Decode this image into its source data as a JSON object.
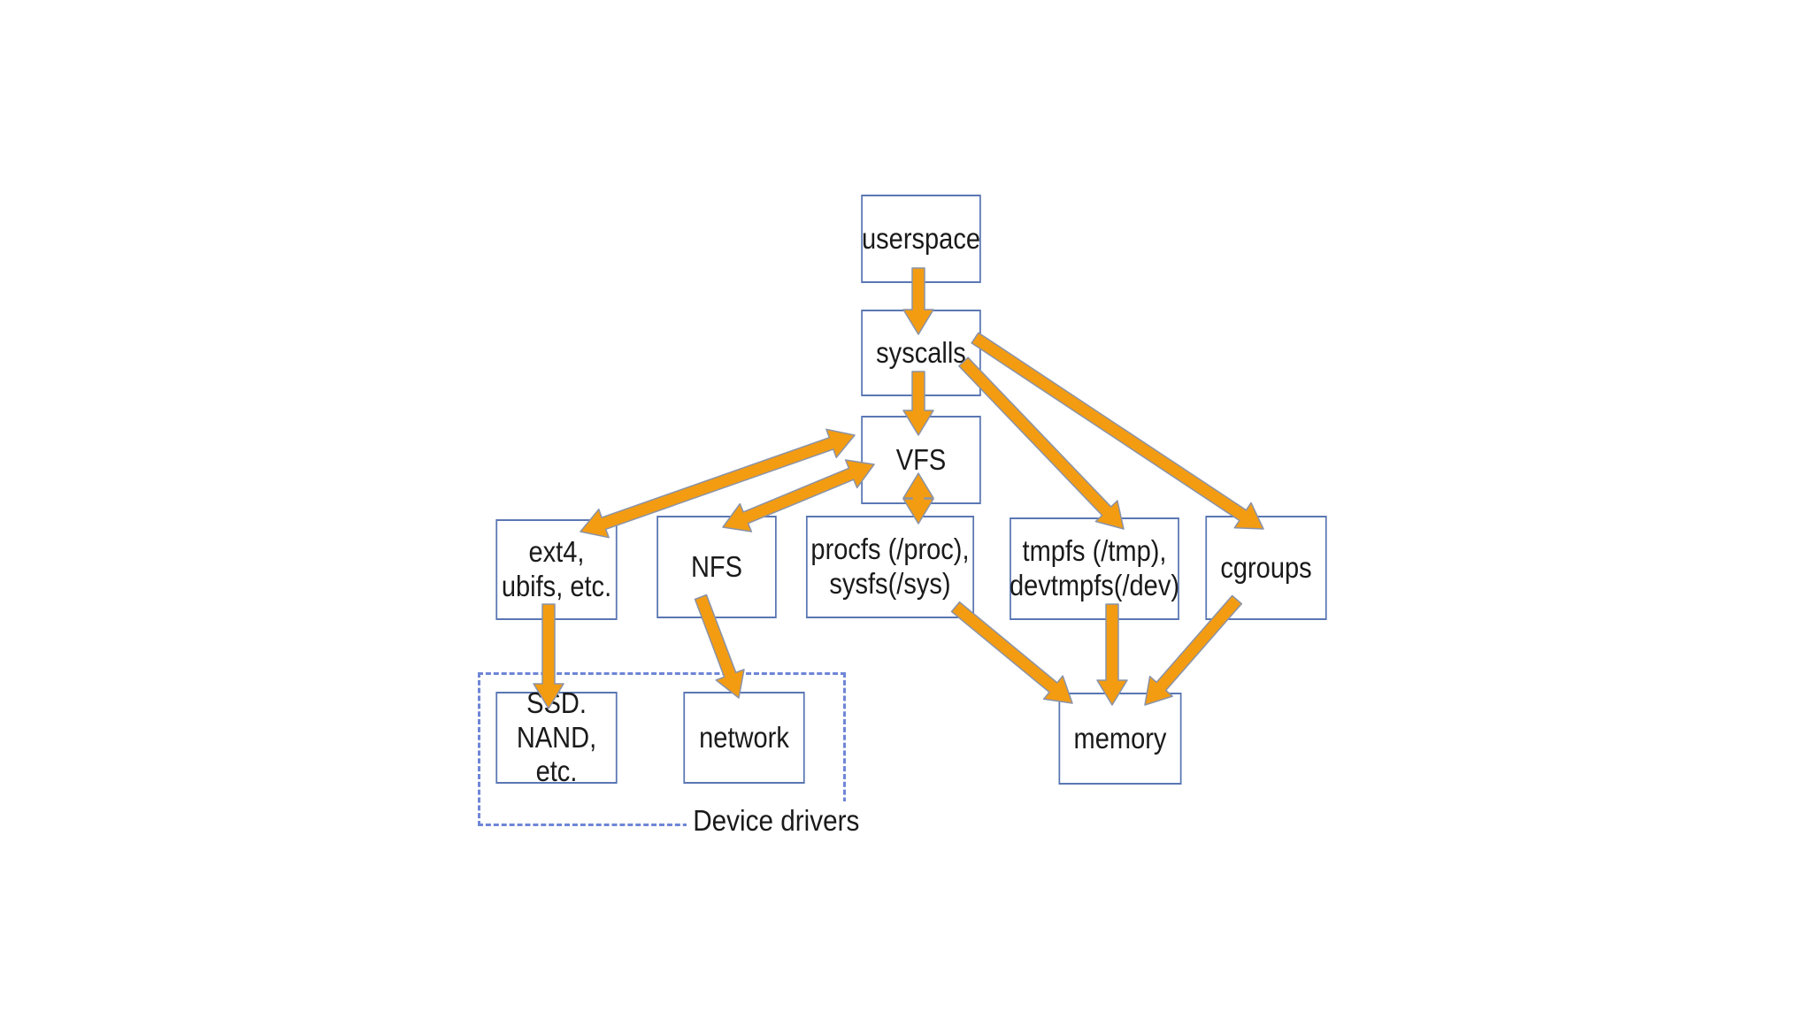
{
  "diagram": {
    "nodes": {
      "userspace": "userspace",
      "syscalls": "syscalls",
      "vfs": "VFS",
      "ext4": "ext4,\nubifs, etc.",
      "nfs": "NFS",
      "procfs": "procfs (/proc),\nsysfs(/sys)",
      "tmpfs": "tmpfs (/tmp),\ndevtmpfs(/dev)",
      "cgroups": "cgroups",
      "ssd": "SSD.\nNAND, etc.",
      "network": "network",
      "memory": "memory"
    },
    "groups": {
      "device_drivers": "Device drivers"
    },
    "edges": [
      {
        "from": "userspace",
        "to": "syscalls"
      },
      {
        "from": "syscalls",
        "to": "vfs"
      },
      {
        "from": "syscalls",
        "to": "tmpfs"
      },
      {
        "from": "syscalls",
        "to": "cgroups"
      },
      {
        "from": "vfs",
        "to": "ext4",
        "bidirectional": true
      },
      {
        "from": "vfs",
        "to": "nfs",
        "bidirectional": true
      },
      {
        "from": "vfs",
        "to": "procfs",
        "bidirectional": true
      },
      {
        "from": "ext4",
        "to": "ssd"
      },
      {
        "from": "nfs",
        "to": "network"
      },
      {
        "from": "procfs",
        "to": "memory"
      },
      {
        "from": "tmpfs",
        "to": "memory"
      },
      {
        "from": "cgroups",
        "to": "memory"
      }
    ],
    "colors": {
      "box_border": "#5a77b3",
      "arrow_fill": "#f39c12",
      "arrow_stroke": "#8a93a8",
      "group_border": "#6f86d6",
      "text": "#1a1a1a"
    }
  }
}
